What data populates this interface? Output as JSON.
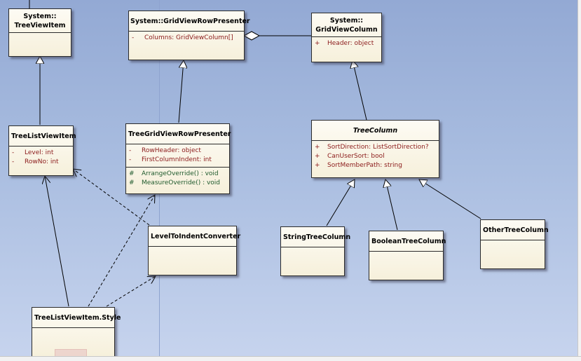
{
  "classes": {
    "tree_view_item": {
      "name": "System::\nTreeViewItem"
    },
    "grid_view_row_presenter": {
      "name": "System::GridViewRowPresenter",
      "attributes": [
        {
          "vis": "-",
          "text": "Columns:  GridViewColumn[]"
        }
      ]
    },
    "grid_view_column": {
      "name": "System::\nGridViewColumn",
      "attributes": [
        {
          "vis": "+",
          "text": "Header:  object"
        }
      ]
    },
    "tree_list_view_item": {
      "name": "TreeListViewItem",
      "attributes": [
        {
          "vis": "-",
          "text": "Level:  int"
        },
        {
          "vis": "-",
          "text": "RowNo:  int"
        }
      ]
    },
    "tree_grid_view_row_presenter": {
      "name": "TreeGridViewRowPresenter",
      "attributes": [
        {
          "vis": "-",
          "text": "RowHeader:  object"
        },
        {
          "vis": "-",
          "text": "FirstColumnIndent:  int"
        }
      ],
      "operations": [
        {
          "vis": "#",
          "text": "ArrangeOverride() : void"
        },
        {
          "vis": "#",
          "text": "MeasureOverride() : void"
        }
      ]
    },
    "tree_column": {
      "name": "TreeColumn",
      "attributes": [
        {
          "vis": "+",
          "text": "SortDirection:  ListSortDirection?"
        },
        {
          "vis": "+",
          "text": "CanUserSort:  bool"
        },
        {
          "vis": "+",
          "text": "SortMemberPath:  string"
        }
      ]
    },
    "level_to_indent_converter": {
      "name": "LevelToIndentConverter"
    },
    "string_tree_column": {
      "name": "StringTreeColumn"
    },
    "boolean_tree_column": {
      "name": "BooleanTreeColumn"
    },
    "other_tree_column": {
      "name": "OtherTreeColumn"
    },
    "tree_list_view_item_style": {
      "name": "TreeListViewItem.Style"
    }
  },
  "colors": {
    "background_top": "#93a9d4",
    "background_bottom": "#c7d4ee",
    "class_fill": "#f6f0db",
    "attribute_text": "#8b1a1a",
    "operation_text": "#1f5a2c"
  }
}
